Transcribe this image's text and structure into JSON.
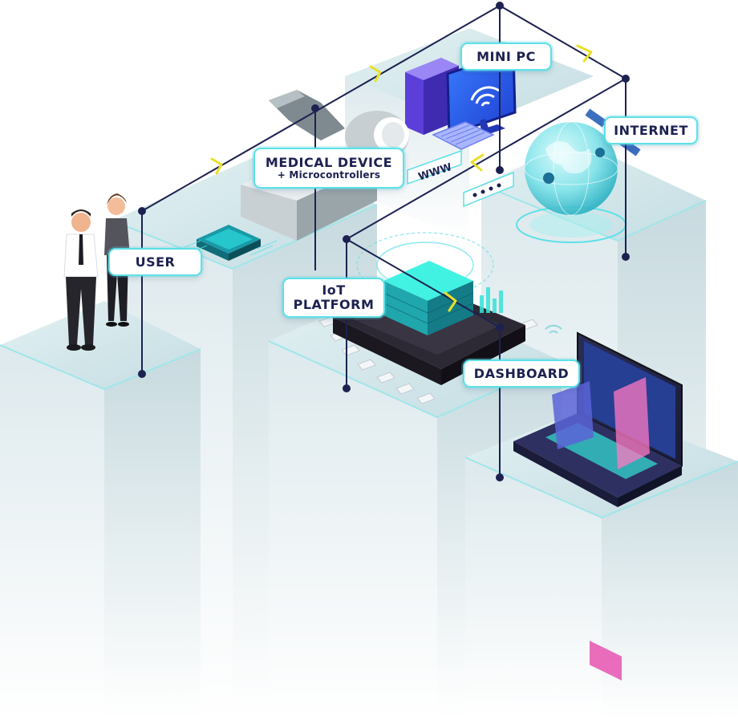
{
  "nodes": {
    "user": {
      "title": "USER"
    },
    "medical_device": {
      "title": "MEDICAL DEVICE",
      "subtitle": "+ Microcontrollers"
    },
    "mini_pc": {
      "title": "MINI PC"
    },
    "internet": {
      "title": "INTERNET"
    },
    "iot_platform": {
      "title": "IoT",
      "subtitle": "PLATFORM"
    },
    "dashboard": {
      "title": "DASHBOARD"
    }
  },
  "screen_text": {
    "www": "WWW"
  },
  "colors": {
    "line": "#1c2150",
    "arrow": "#e8e02a",
    "accent": "#5de0e8",
    "label_text": "#1c2150",
    "pillar_top": "#cfe8ec",
    "pillar_side": "#e9f1f3",
    "chip_dark": "#27242e",
    "teal": "#36e3d8"
  },
  "icons": [
    "person-icon",
    "chip-icon",
    "medical-scanner-icon",
    "desktop-pc-icon",
    "keyboard-icon",
    "globe-icon",
    "satellite-icon",
    "laptop-icon",
    "wifi-icon",
    "password-icon"
  ]
}
